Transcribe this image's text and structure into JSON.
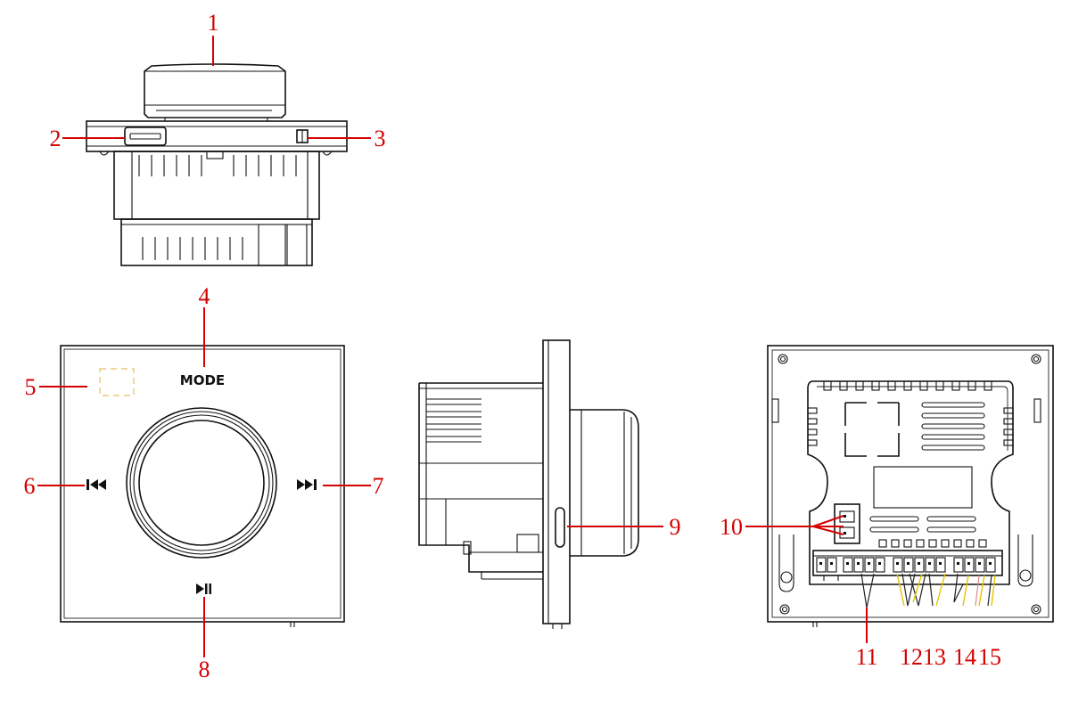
{
  "callouts": [
    {
      "id": "1",
      "label": "1"
    },
    {
      "id": "2",
      "label": "2"
    },
    {
      "id": "3",
      "label": "3"
    },
    {
      "id": "4",
      "label": "4"
    },
    {
      "id": "5",
      "label": "5"
    },
    {
      "id": "6",
      "label": "6"
    },
    {
      "id": "7",
      "label": "7"
    },
    {
      "id": "8",
      "label": "8"
    },
    {
      "id": "9",
      "label": "9"
    },
    {
      "id": "10",
      "label": "10"
    },
    {
      "id": "11",
      "label": "11"
    },
    {
      "id": "12",
      "label": "12"
    },
    {
      "id": "13",
      "label": "13"
    },
    {
      "id": "14",
      "label": "14"
    },
    {
      "id": "15",
      "label": "15"
    }
  ],
  "front_panel": {
    "mode_label": "MODE",
    "prev_icon": "previous-track-icon",
    "next_icon": "next-track-icon",
    "play_pause_icon": "play-pause-icon"
  },
  "colors": {
    "callout": "#d40000",
    "line": "#111111",
    "indicator": "#e8c060",
    "wire_yellow": "#e5c400",
    "wire_pink": "#e08080"
  }
}
